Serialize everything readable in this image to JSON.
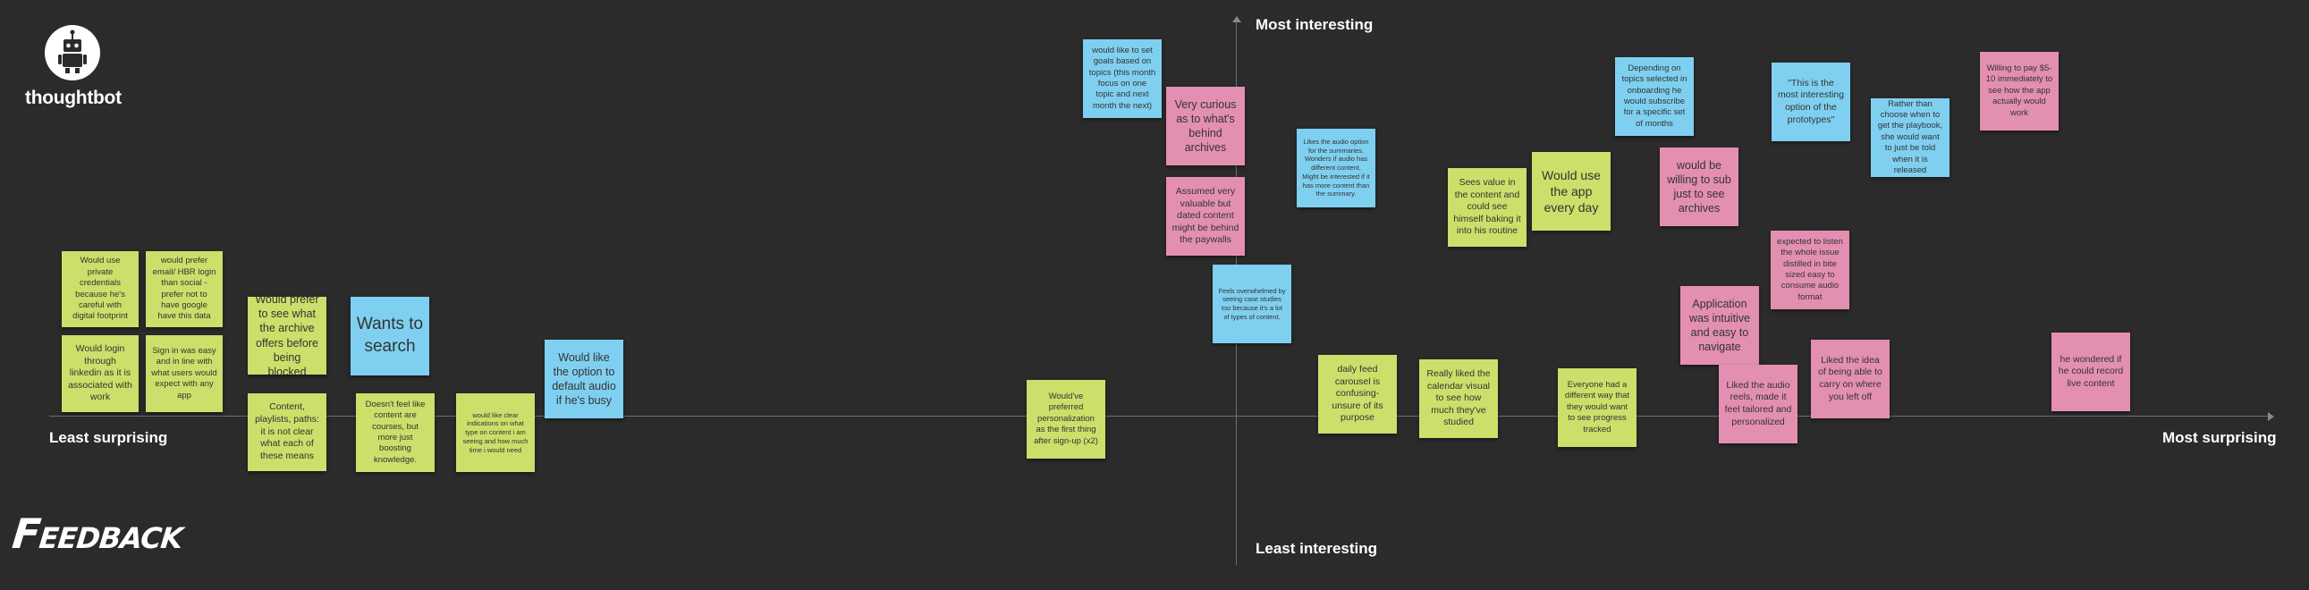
{
  "brand": {
    "name": "thoughtbot",
    "logo_icon": "robot-icon"
  },
  "title": "Feedback",
  "axes": {
    "top": "Most interesting",
    "bottom": "Least interesting",
    "left": "Least surprising",
    "right": "Most surprising"
  },
  "colors": {
    "background": "#2b2b2b",
    "green": "#ccdf6a",
    "blue": "#7fd0f0",
    "pink": "#e38fb1"
  },
  "notes": [
    {
      "text": "Would use private credentials because he's careful with digital footprint",
      "color": "green"
    },
    {
      "text": "would prefer email/ HBR login than social - prefer not to have google have this data",
      "color": "green"
    },
    {
      "text": "Would login through linkedin as it is associated with work",
      "color": "green"
    },
    {
      "text": "Sign in was easy and in line with what users would expect with any app",
      "color": "green"
    },
    {
      "text": "Would prefer to see what the archive offers before being blocked",
      "color": "green"
    },
    {
      "text": "Content, playlists, paths: it is not clear what each of these means",
      "color": "green"
    },
    {
      "text": "Wants to search",
      "color": "blue"
    },
    {
      "text": "Doesn't feel like content are courses, but more just boosting knowledge.",
      "color": "green"
    },
    {
      "text": "would like clear indications on what type on content i am seeing and how much time i would need",
      "color": "green"
    },
    {
      "text": "Would like the option to default audio if he's busy",
      "color": "blue"
    },
    {
      "text": "Would've preferred personalization as the first thing after sign-up (x2)",
      "color": "green"
    },
    {
      "text": "would like to set goals based on topics (this month focus on one topic and next month the next)",
      "color": "blue"
    },
    {
      "text": "Very curious as to what's behind archives",
      "color": "pink"
    },
    {
      "text": "Assumed very valuable but dated content might be behind the paywalls",
      "color": "pink"
    },
    {
      "text": "Feels overwhelmed by seeing case studies too because it's a lot of types of content.",
      "color": "blue"
    },
    {
      "text": "Likes the audio option for the summaries. Wonders if audio has different content. Might be interested if it has more content than the summary.",
      "color": "blue"
    },
    {
      "text": "daily feed carousel is confusing- unsure of its purpose",
      "color": "green"
    },
    {
      "text": "Sees value in the content and could see himself baking it into his routine",
      "color": "green"
    },
    {
      "text": "Would use the app every day",
      "color": "green"
    },
    {
      "text": "Really liked the calendar visual to see how much they've studied",
      "color": "green"
    },
    {
      "text": "Everyone had a different way that they would want to see progress tracked",
      "color": "green"
    },
    {
      "text": "Depending on topics selected in onboarding he would subscribe for a specific set of months",
      "color": "blue"
    },
    {
      "text": "would be willing to sub just to see archives",
      "color": "pink"
    },
    {
      "text": "Application was intuitive and easy to navigate",
      "color": "pink"
    },
    {
      "text": "Liked the audio reels, made it feel tailored and personalized",
      "color": "pink"
    },
    {
      "text": "\"This is the most interesting option of the prototypes\"",
      "color": "blue"
    },
    {
      "text": "expected to listen the whole issue distilled in bite sized easy to consume audio format",
      "color": "pink"
    },
    {
      "text": "Liked the idea of being able to carry on where you left off",
      "color": "pink"
    },
    {
      "text": "Rather than choose when to get the playbook, she would want to just be told when it is released",
      "color": "blue"
    },
    {
      "text": "Willing to pay $5-10 immediately to see how the app actually would work",
      "color": "pink"
    },
    {
      "text": "he wondered if he could record live content",
      "color": "pink"
    }
  ]
}
